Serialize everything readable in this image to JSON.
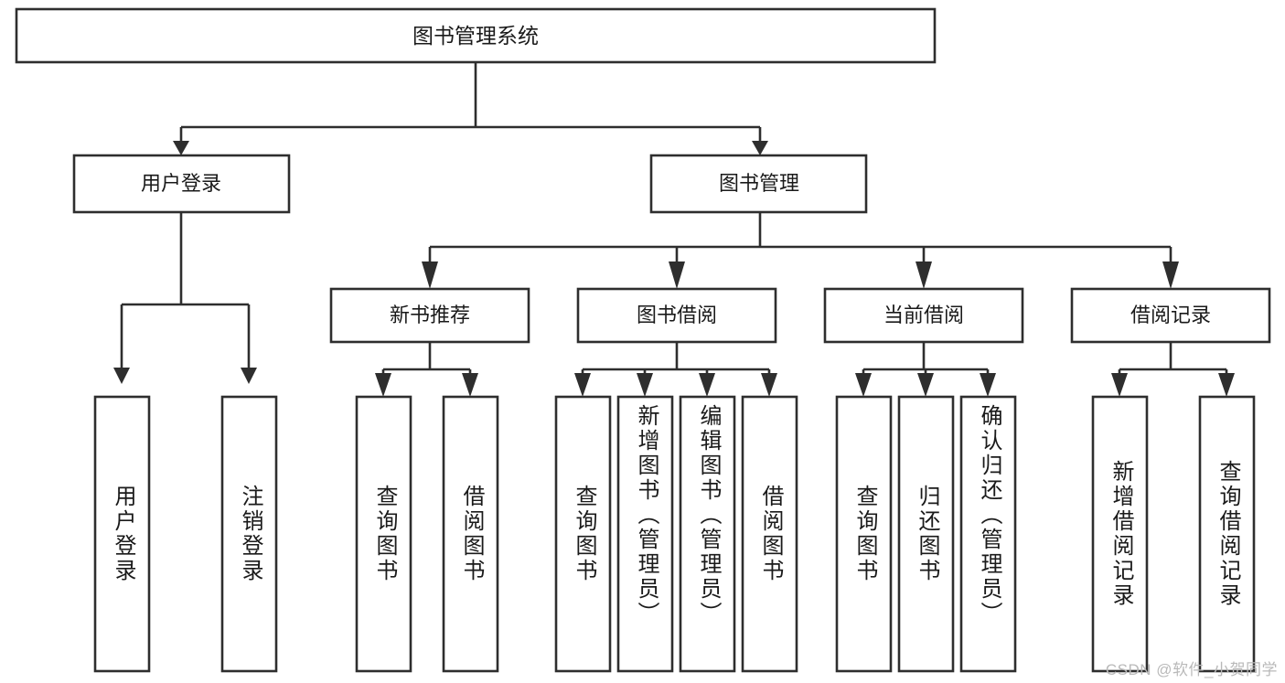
{
  "diagram": {
    "title": "图书管理系统",
    "type": "hierarchy-tree",
    "watermark": "CSDN @软件_小贺同学",
    "colors": {
      "stroke": "#2e2e2e",
      "fill": "#ffffff",
      "text": "#1a1a1a",
      "watermark": "#b9b9b9"
    },
    "root": {
      "label": "图书管理系统"
    },
    "level2": [
      {
        "label": "用户登录"
      },
      {
        "label": "图书管理"
      }
    ],
    "level3": [
      {
        "label": "新书推荐"
      },
      {
        "label": "图书借阅"
      },
      {
        "label": "当前借阅"
      },
      {
        "label": "借阅记录"
      }
    ],
    "leaves": {
      "user_login": [
        {
          "label": "用户登录"
        },
        {
          "label": "注销登录"
        }
      ],
      "new_book_recommend": [
        {
          "label": "查询图书"
        },
        {
          "label": "借阅图书"
        }
      ],
      "book_borrow": [
        {
          "label": "查询图书"
        },
        {
          "label": "新增图书（管理员）"
        },
        {
          "label": "编辑图书（管理员）"
        },
        {
          "label": "借阅图书"
        }
      ],
      "current_borrow": [
        {
          "label": "查询图书"
        },
        {
          "label": "归还图书"
        },
        {
          "label": "确认归还（管理员）"
        }
      ],
      "borrow_record": [
        {
          "label": "新增借阅记录"
        },
        {
          "label": "查询借阅记录"
        }
      ]
    }
  }
}
